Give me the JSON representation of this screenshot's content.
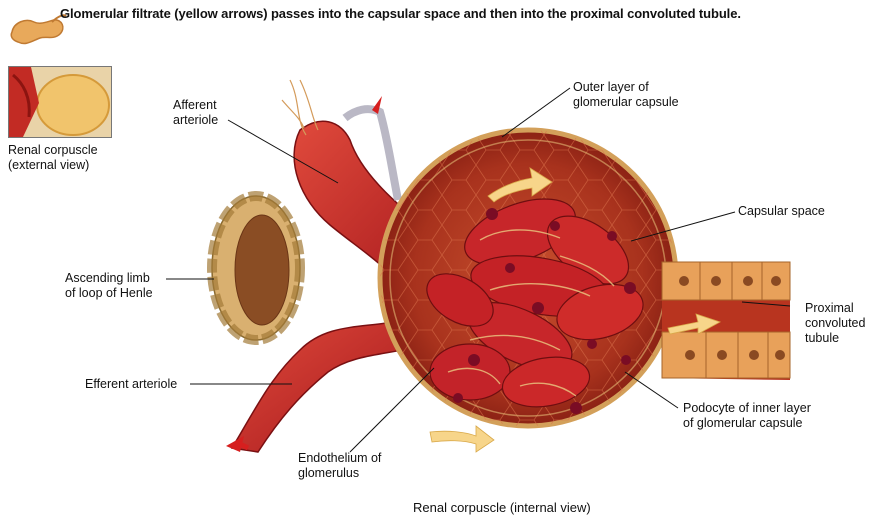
{
  "caption": "Glomerular filtrate (yellow arrows) passes into the capsular space and then into the proximal convoluted tubule.",
  "thumbnail": {
    "title_line1": "Renal corpuscle",
    "title_line2": "(external view)"
  },
  "labels": {
    "afferent_l1": "Afferent",
    "afferent_l2": "arteriole",
    "outer_l1": "Outer layer of",
    "outer_l2": "glomerular capsule",
    "capsular_space": "Capsular space",
    "ascending_l1": "Ascending limb",
    "ascending_l2": "of loop of Henle",
    "proximal_l1": "Proximal",
    "proximal_l2": "convoluted",
    "proximal_l3": "tubule",
    "efferent": "Efferent arteriole",
    "podocyte_l1": "Podocyte of inner layer",
    "podocyte_l2": "of glomerular capsule",
    "endothelium_l1": "Endothelium of",
    "endothelium_l2": "glomerulus"
  },
  "figure_caption": "Renal corpuscle (internal view)",
  "colors": {
    "capsule": "#b5391f",
    "capsule_dark": "#7e1a10",
    "vessel": "#c62a25",
    "filtrate_arrow": "#f7d58a",
    "tubule_wall": "#e39a55",
    "henle_wall": "#c99a53"
  }
}
